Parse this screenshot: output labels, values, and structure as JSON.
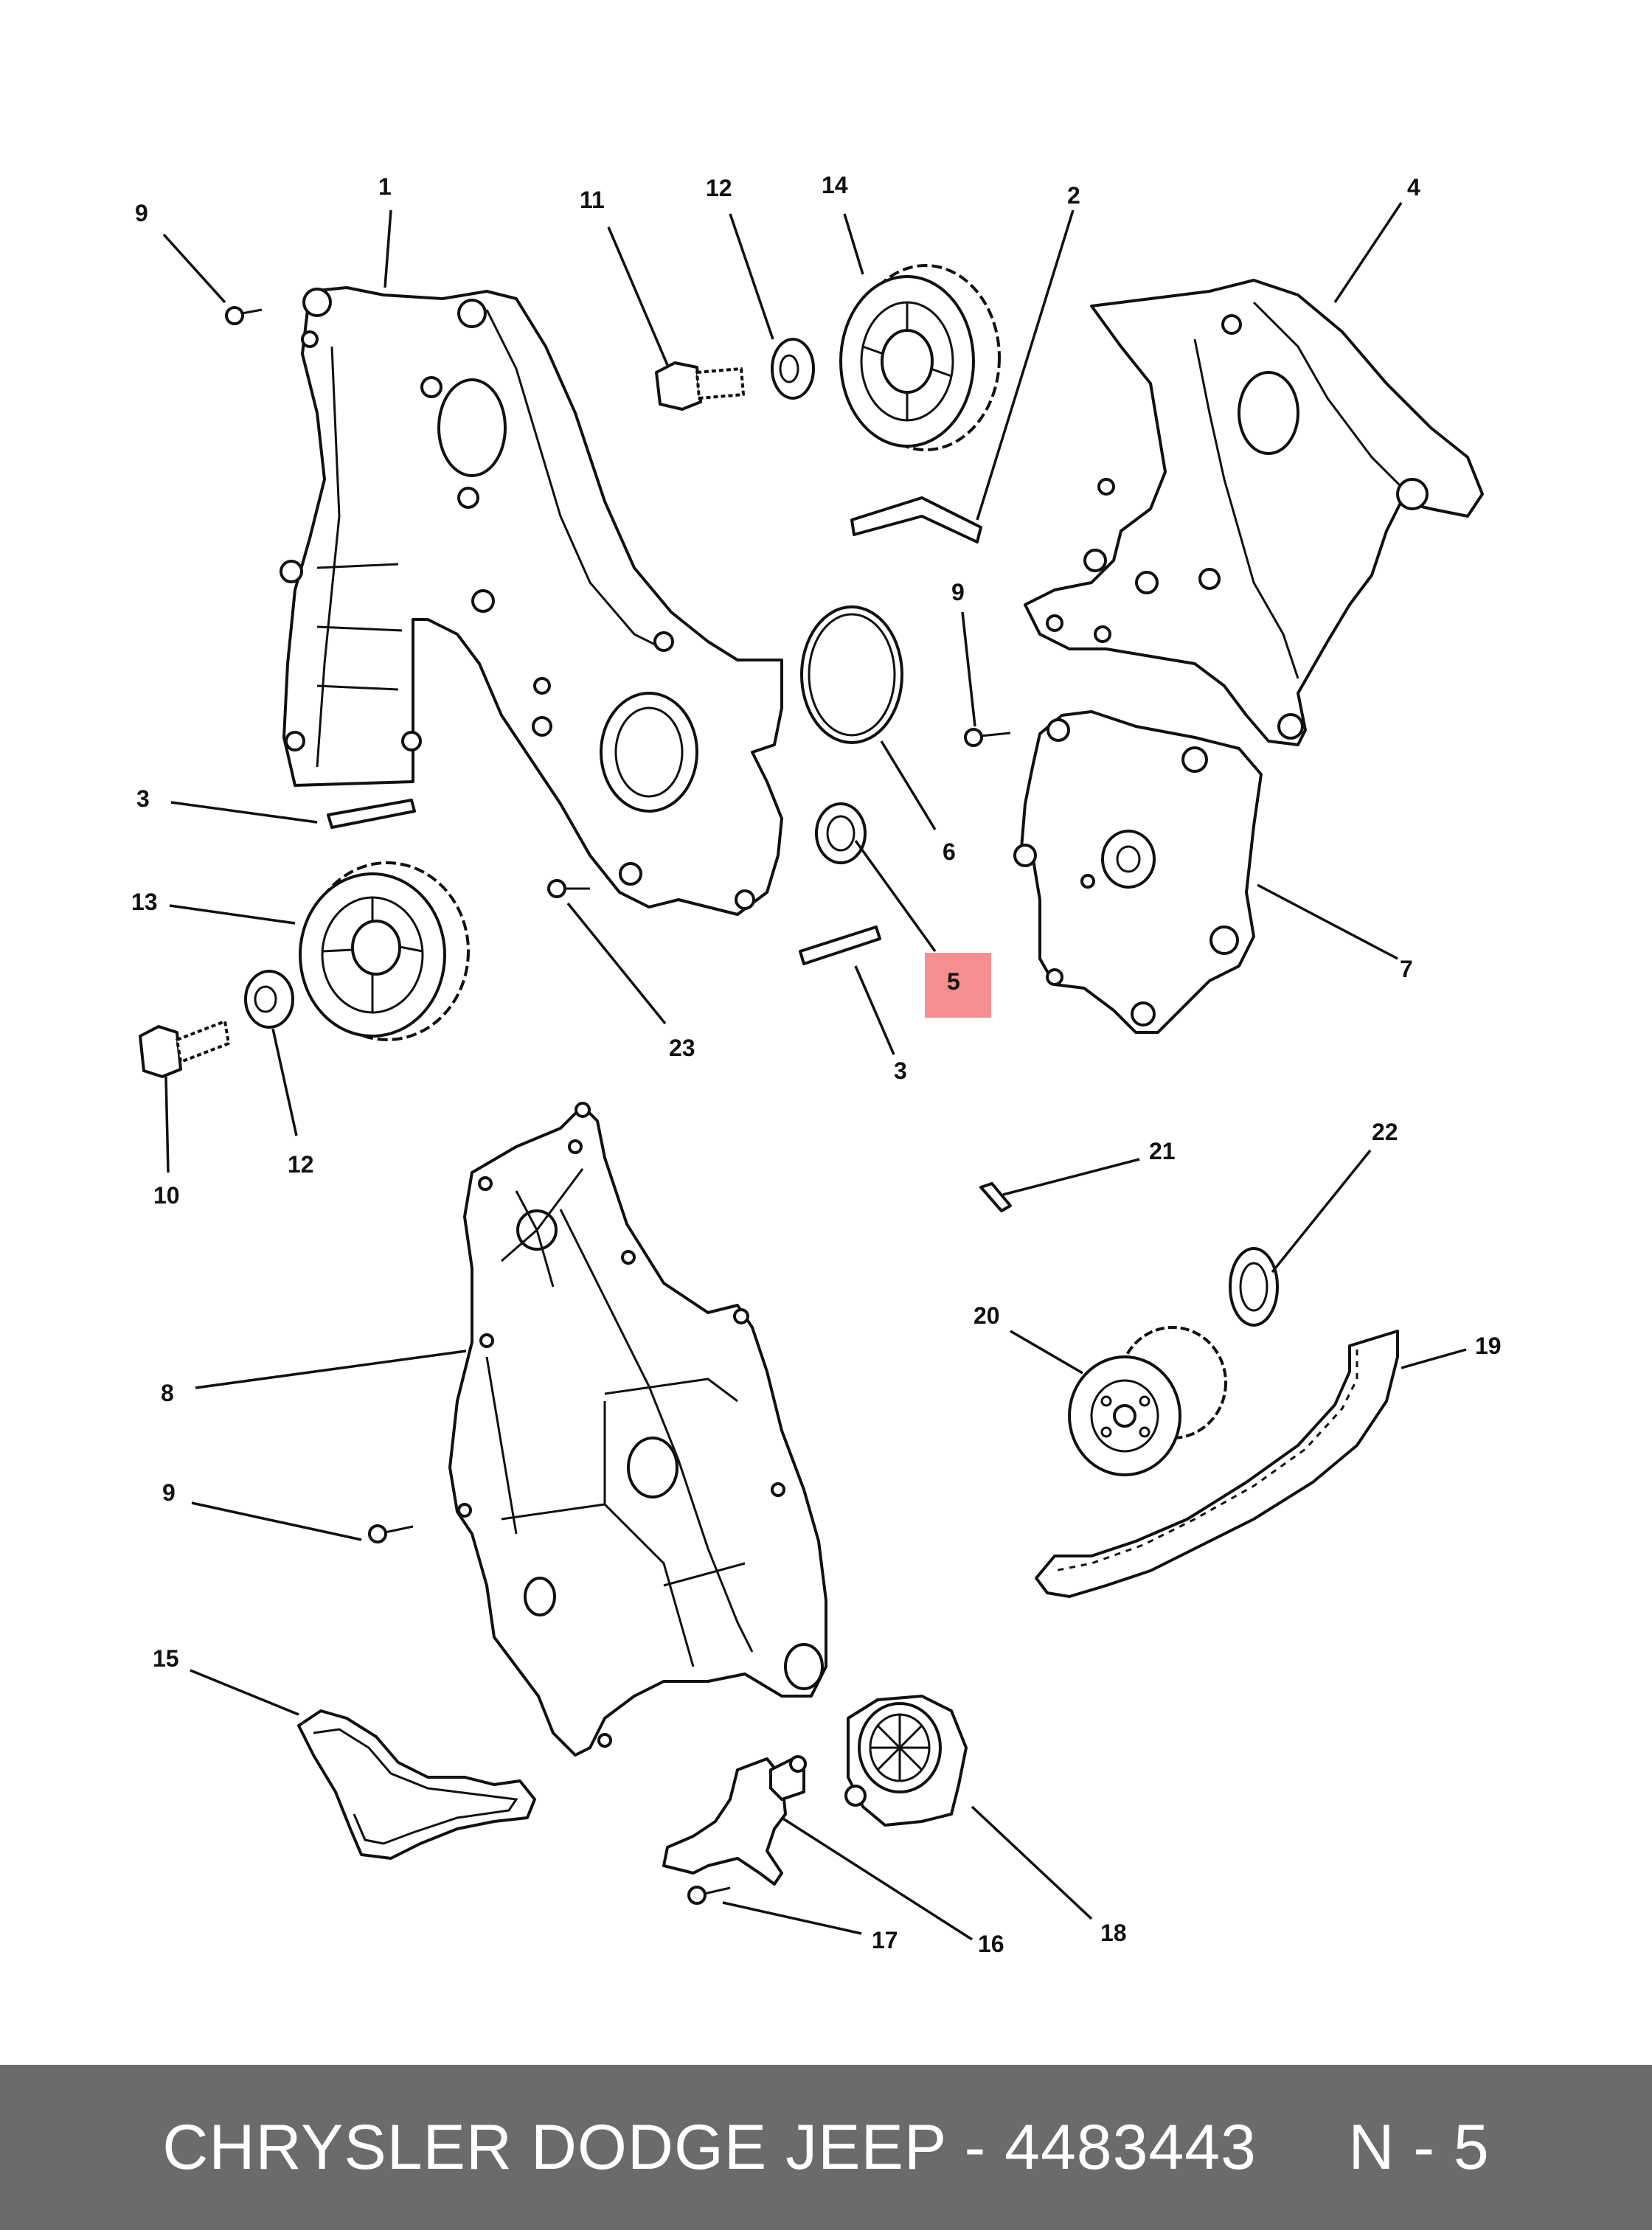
{
  "diagram": {
    "highlight_color": "#f58e8e",
    "highlighted_part": "5",
    "callouts": [
      {
        "id": "c1",
        "label": "1"
      },
      {
        "id": "c2",
        "label": "2"
      },
      {
        "id": "c3a",
        "label": "3"
      },
      {
        "id": "c3b",
        "label": "3"
      },
      {
        "id": "c4",
        "label": "4"
      },
      {
        "id": "c5",
        "label": "5"
      },
      {
        "id": "c6",
        "label": "6"
      },
      {
        "id": "c7",
        "label": "7"
      },
      {
        "id": "c8",
        "label": "8"
      },
      {
        "id": "c9a",
        "label": "9"
      },
      {
        "id": "c9b",
        "label": "9"
      },
      {
        "id": "c9c",
        "label": "9"
      },
      {
        "id": "c10",
        "label": "10"
      },
      {
        "id": "c11",
        "label": "11"
      },
      {
        "id": "c12a",
        "label": "12"
      },
      {
        "id": "c12b",
        "label": "12"
      },
      {
        "id": "c13",
        "label": "13"
      },
      {
        "id": "c14",
        "label": "14"
      },
      {
        "id": "c15",
        "label": "15"
      },
      {
        "id": "c16",
        "label": "16"
      },
      {
        "id": "c17",
        "label": "17"
      },
      {
        "id": "c18",
        "label": "18"
      },
      {
        "id": "c19",
        "label": "19"
      },
      {
        "id": "c20",
        "label": "20"
      },
      {
        "id": "c21",
        "label": "21"
      },
      {
        "id": "c22",
        "label": "22"
      },
      {
        "id": "c23",
        "label": "23"
      }
    ]
  },
  "footer": {
    "text": "CHRYSLER DODGE JEEP - 4483443     N - 5"
  }
}
